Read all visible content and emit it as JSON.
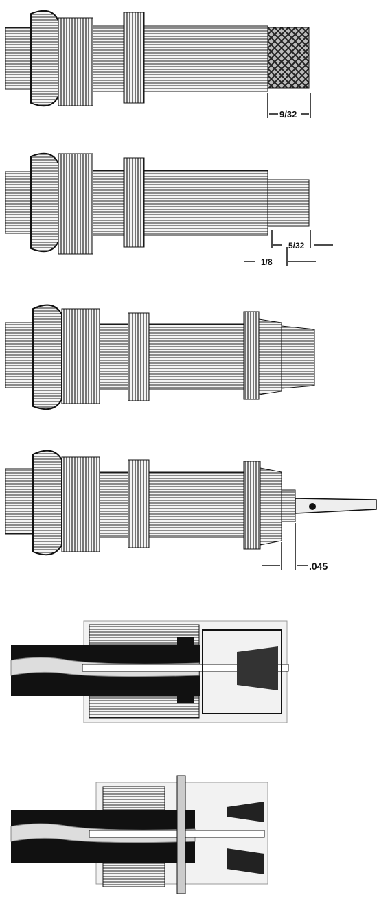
{
  "figure": {
    "steps": [
      {
        "id": "step-1",
        "dimensions": [
          {
            "label": "9/32"
          }
        ]
      },
      {
        "id": "step-2",
        "dimensions": [
          {
            "label": "5/32"
          },
          {
            "label": "1/8"
          }
        ]
      },
      {
        "id": "step-3",
        "dimensions": []
      },
      {
        "id": "step-4",
        "dimensions": [
          {
            "label": ".045"
          }
        ]
      },
      {
        "id": "section-5",
        "dimensions": []
      },
      {
        "id": "section-6",
        "dimensions": []
      }
    ]
  }
}
